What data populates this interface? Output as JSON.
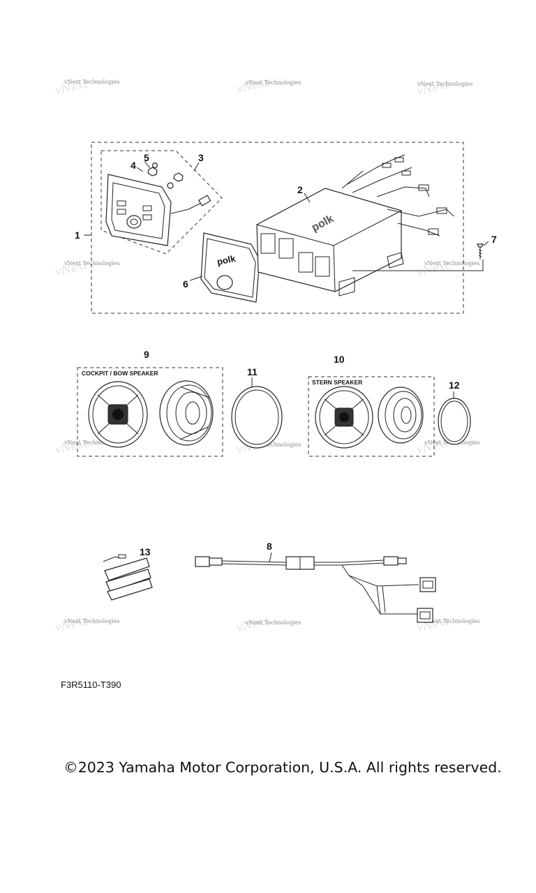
{
  "diagram": {
    "callouts": [
      "1",
      "2",
      "3",
      "4",
      "5",
      "6",
      "7",
      "8",
      "9",
      "10",
      "11",
      "12",
      "13"
    ],
    "box_labels": {
      "cockpit": "COCKPIT / BOW SPEAKER",
      "stern": "STERN SPEAKER"
    },
    "brand_mark": "polk",
    "watermark": "vNext Technologies",
    "reference_code": "F3R5110-T390"
  },
  "footer": {
    "copyright": "©2023 Yamaha Motor Corporation, U.S.A. All rights reserved."
  }
}
